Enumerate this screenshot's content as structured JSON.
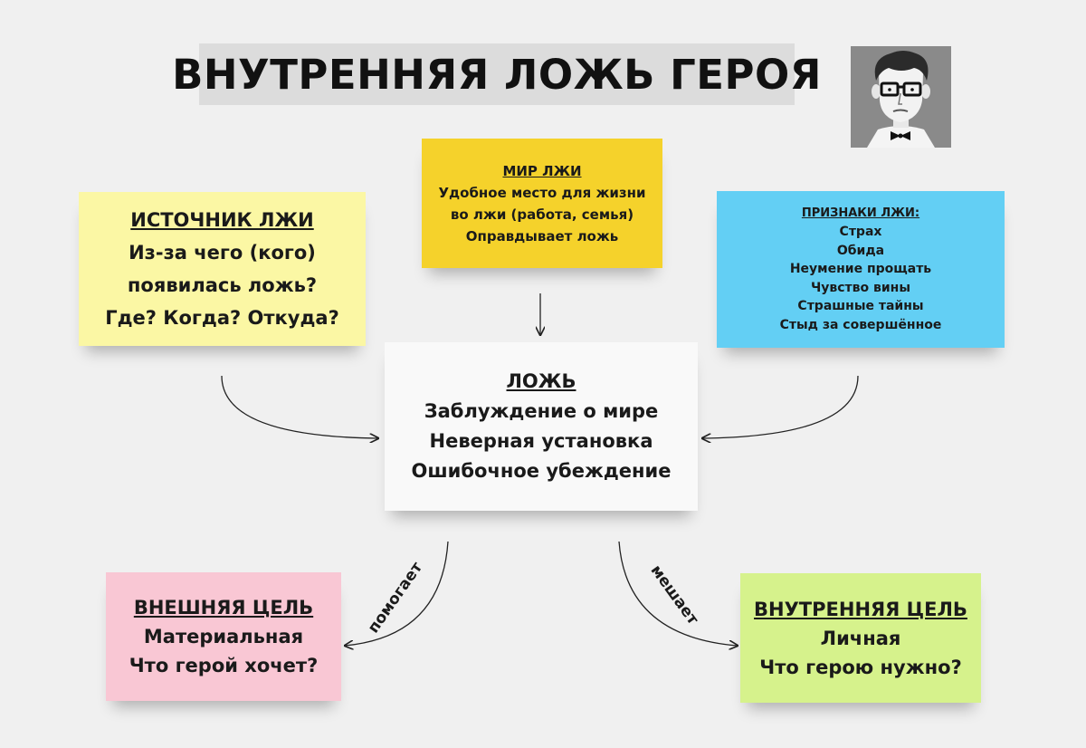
{
  "title": "ВНУТРЕННЯЯ ЛОЖЬ ГЕРОЯ",
  "notes": {
    "world": {
      "heading": "МИР ЛЖИ",
      "lines": [
        "Удобное место для жизни",
        "во лжи (работа, семья)",
        "Оправдывает ложь"
      ],
      "color": "#f5d22b"
    },
    "source": {
      "heading": "ИСТОЧНИК ЛЖИ",
      "lines": [
        "Из-за чего (кого)",
        "появилась ложь?",
        "Где? Когда? Откуда?"
      ],
      "color": "#fbf7a4"
    },
    "signs": {
      "heading": "ПРИЗНАКИ ЛЖИ:",
      "lines": [
        "Страх",
        "Обида",
        "Неумение прощать",
        "Чувство вины",
        "Страшные тайны",
        "Стыд за совершённое"
      ],
      "color": "#63cff4"
    },
    "lie": {
      "heading": "ЛОЖЬ",
      "lines": [
        "Заблуждение о мире",
        "Неверная установка",
        "Ошибочное убеждение"
      ],
      "color": "#f9f9f9"
    },
    "outer_goal": {
      "heading": "ВНЕШНЯЯ ЦЕЛЬ",
      "lines": [
        "Материальная",
        "Что герой хочет?"
      ],
      "color": "#f9c7d4"
    },
    "inner_goal": {
      "heading": "ВНУТРЕННЯЯ ЦЕЛЬ",
      "lines": [
        "Личная",
        "Что герою нужно?"
      ],
      "color": "#d6f28c"
    }
  },
  "arrows": {
    "helps_label": "помогает",
    "hinders_label": "мешает"
  },
  "icons": {
    "portrait": "cartoon-man-with-glasses-portrait-icon"
  }
}
